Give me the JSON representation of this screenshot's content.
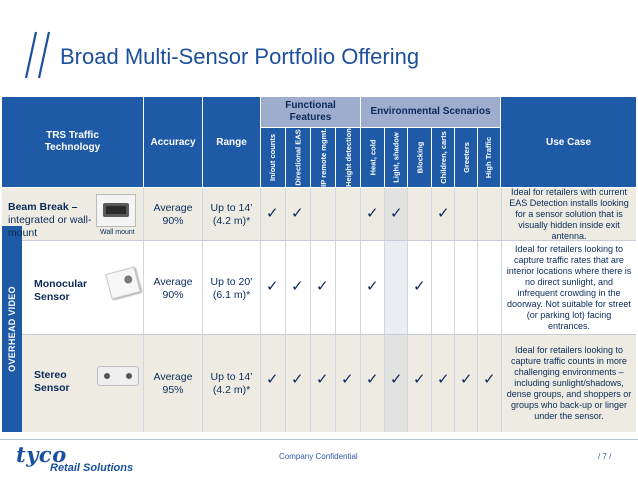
{
  "title": "Broad Multi-Sensor Portfolio Offering",
  "headers": {
    "technology": "TRS Traffic Technology",
    "accuracy": "Accuracy",
    "range": "Range",
    "functional": "Functional Features",
    "environmental": "Environmental Scenarios",
    "use_case": "Use Case",
    "columns": [
      "In/out counts",
      "Directional EAS",
      "IP remote mgmt.",
      "Height detection",
      "Heat, cold",
      "Light, shadow",
      "Blocking",
      "Children, carts",
      "Greeters",
      "High Traffic"
    ]
  },
  "overhead_label": "OVERHEAD VIDEO",
  "rows": [
    {
      "name_bold": "Beam Break –",
      "name_rest": "integrated or wall-mount",
      "image_caption": "Wall mount",
      "accuracy": "Average 90%",
      "range": "Up to 14’ (4.2 m)*",
      "checks": [
        true,
        true,
        false,
        false,
        true,
        true,
        false,
        true,
        false,
        false
      ],
      "use_case": "Ideal for retailers with current EAS Detection installs looking for a sensor solution that is visually hidden inside exit antenna."
    },
    {
      "name_bold": "Monocular Sensor",
      "accuracy": "Average 90%",
      "range": "Up to 20’ (6.1 m)*",
      "checks": [
        true,
        true,
        true,
        false,
        true,
        false,
        true,
        false,
        false,
        false
      ],
      "use_case": "Ideal for retailers looking to capture traffic rates that are interior locations where there is no direct sunlight, and infrequent crowding in the doorway.  Not suitable for street (or parking lot) facing entrances."
    },
    {
      "name_bold": "Stereo Sensor",
      "accuracy": "Average 95%",
      "range": "Up to 14’ (4.2 m)*",
      "checks": [
        true,
        true,
        true,
        true,
        true,
        true,
        true,
        true,
        true,
        true
      ],
      "use_case": "Ideal for retailers looking to capture traffic counts in more challenging environments – including sunlight/shadows, dense groups, and shoppers or groups who back-up or linger under the sensor."
    }
  ],
  "check_mark": "✓",
  "footer": {
    "logo_main": "tyco",
    "logo_sub": "Retail Solutions",
    "confidential": "Company Confidential",
    "page": "/ 7 /"
  }
}
